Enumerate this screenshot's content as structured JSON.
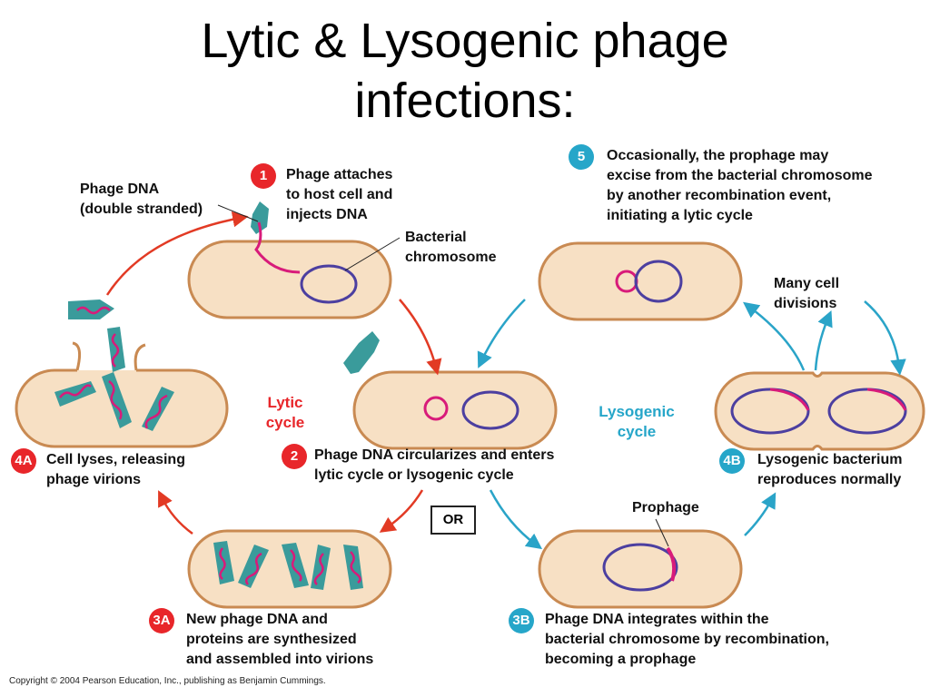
{
  "title": {
    "line1": "Lytic & Lysogenic phage",
    "line2": "infections:"
  },
  "steps": {
    "s1": {
      "badge": "1",
      "lines": [
        "Phage attaches",
        "to host cell and",
        "injects DNA"
      ]
    },
    "s2": {
      "badge": "2",
      "lines": [
        "Phage DNA circularizes and enters",
        "lytic cycle or lysogenic cycle"
      ]
    },
    "s3a": {
      "badge": "3A",
      "lines": [
        "New phage DNA and",
        "proteins are synthesized",
        "and assembled into virions"
      ]
    },
    "s3b": {
      "badge": "3B",
      "lines": [
        "Phage DNA integrates within the",
        "bacterial chromosome by recombination,",
        "becoming a prophage"
      ]
    },
    "s4a": {
      "badge": "4A",
      "lines": [
        "Cell lyses, releasing",
        "phage virions"
      ]
    },
    "s4b": {
      "badge": "4B",
      "lines": [
        "Lysogenic bacterium",
        "reproduces normally"
      ]
    },
    "s5": {
      "badge": "5",
      "lines": [
        "Occasionally, the prophage may",
        "excise from the bacterial chromosome",
        "by another recombination event,",
        "initiating a lytic cycle"
      ]
    }
  },
  "labels": {
    "phage_dna": [
      "Phage DNA",
      "(double stranded)"
    ],
    "bacterial_chromosome": [
      "Bacterial",
      "chromosome"
    ],
    "prophage": "Prophage",
    "many_cell_divisions": [
      "Many cell",
      "divisions"
    ],
    "lytic_cycle": [
      "Lytic",
      "cycle"
    ],
    "lysogenic_cycle": [
      "Lysogenic",
      "cycle"
    ],
    "or": "OR"
  },
  "copyright": "Copyright © 2004 Pearson Education, Inc., publishing as Benjamin Cummings.",
  "colors": {
    "cell_fill": "#f7e0c4",
    "cell_stroke": "#c98a52",
    "phage": "#3a9b9b",
    "phage_dna": "#d81b7a",
    "bacterial_chromosome": "#4c3fa0",
    "lytic_arrow": "#e23a24",
    "lysogenic_arrow": "#2aa4c8",
    "lytic_label": "#e8262a",
    "lysogenic_label": "#26a6c9"
  }
}
